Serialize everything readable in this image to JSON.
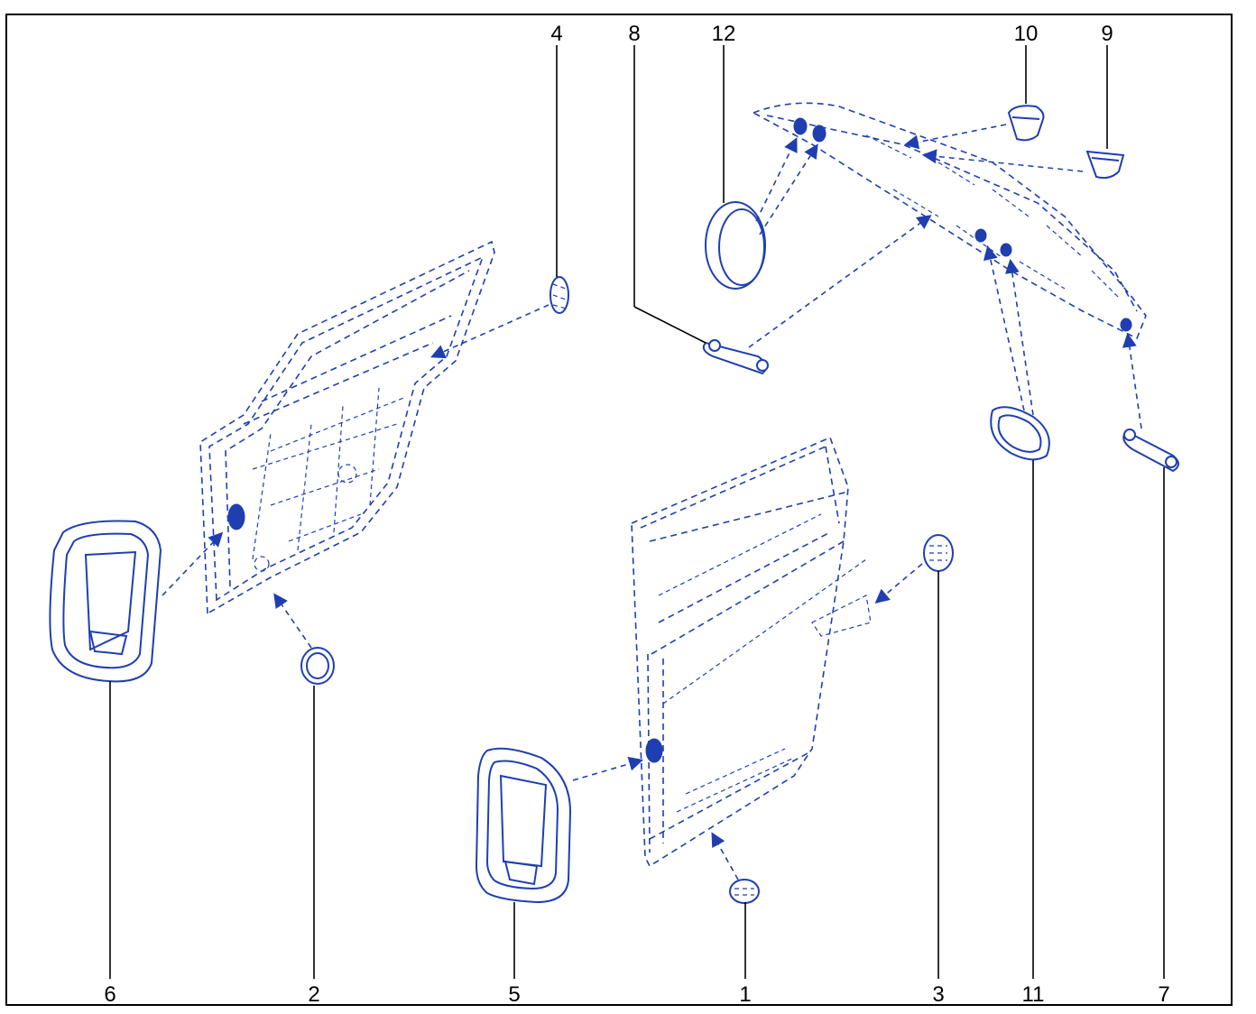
{
  "colors": {
    "line": "#1f3fb0",
    "leader": "#000000",
    "frame": "#000000"
  },
  "callouts": {
    "c1": "1",
    "c2": "2",
    "c3": "3",
    "c4": "4",
    "c5": "5",
    "c6": "6",
    "c7": "7",
    "c8": "8",
    "c9": "9",
    "c10": "10",
    "c11": "11",
    "c12": "12"
  }
}
